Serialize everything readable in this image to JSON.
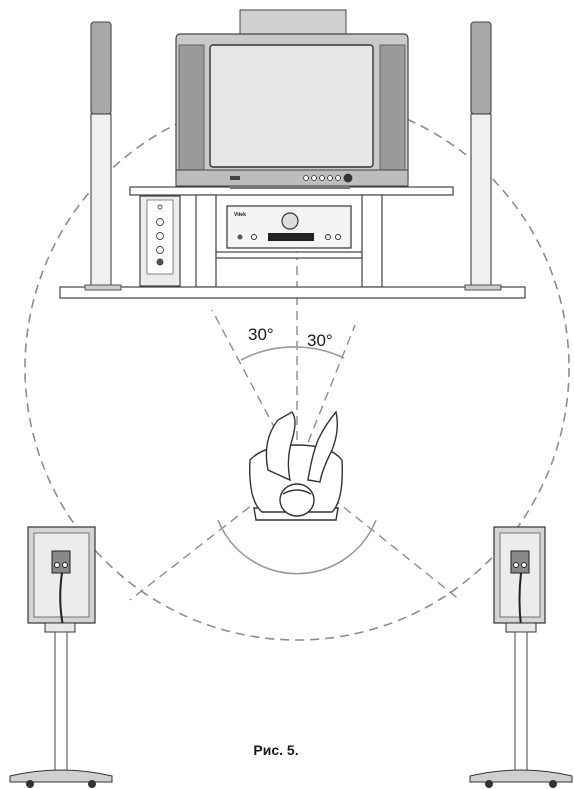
{
  "angles": {
    "left": "30°",
    "right": "30°"
  },
  "caption": "Рис. 5.",
  "device_labels": {
    "receiver_brand": "Vitek"
  },
  "colors": {
    "line": "#333333",
    "dash": "#8c8c8c",
    "panel": "#d4d4d4",
    "panel_dark": "#a9a9a9"
  }
}
